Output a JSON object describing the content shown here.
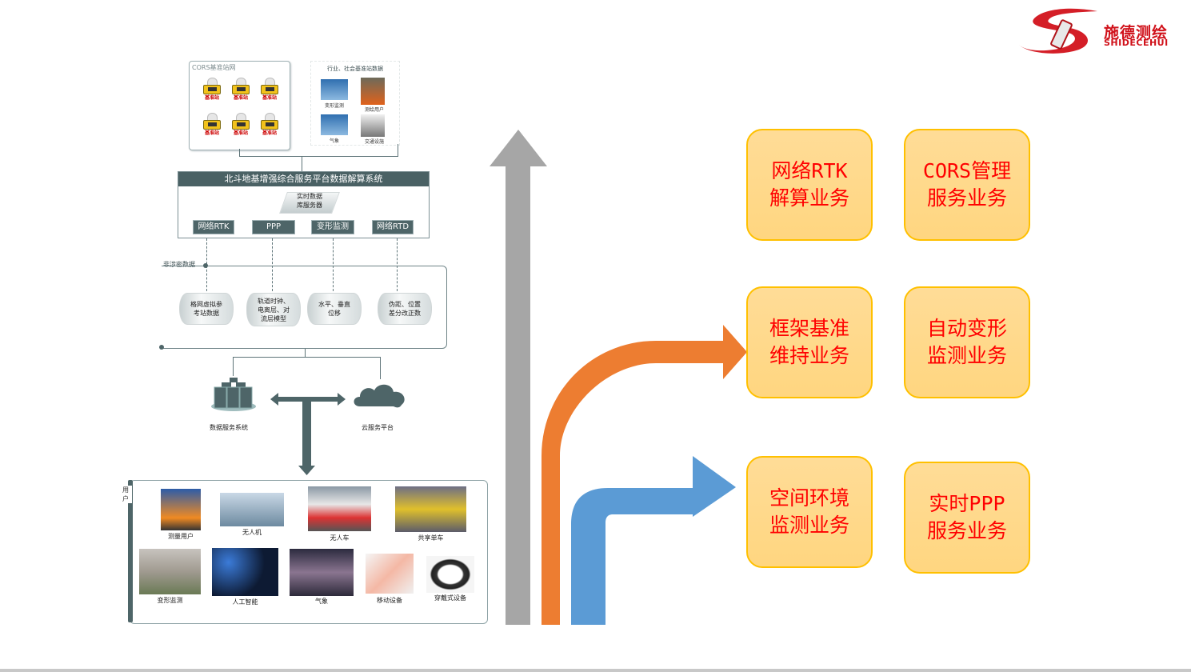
{
  "logo": {
    "cn": "施德测绘",
    "en": "SHIDECEHUI"
  },
  "diagram": {
    "cors_panel": {
      "title": "CORS基准站网",
      "station_label": "基准站",
      "station_count": 6
    },
    "industry_panel": {
      "title": "行业、社会基准站数据",
      "items": [
        "变形监测",
        "测绘用户",
        "气象",
        "交通设施"
      ]
    },
    "platform": {
      "title": "北斗地基增强综合服务平台数据解算系统",
      "db_server": [
        "实时数据",
        "库服务器"
      ],
      "services": [
        "网络RTK",
        "PPP",
        "变形监测",
        "网络RTD"
      ]
    },
    "nonrealtime_label": "非涉密数据",
    "products": [
      [
        "格网虚拟参",
        "考站数据"
      ],
      [
        "轨道时钟、",
        "电离层、对",
        "流层模型"
      ],
      [
        "水平、垂直",
        "位移"
      ],
      [
        "伪距、位置",
        "差分改正数"
      ]
    ],
    "data_service": "数据服务系统",
    "cloud_service": "云服务平台",
    "users_label": "用户",
    "users": [
      "测量用户",
      "无人机",
      "无人车",
      "共享单车",
      "变形监测",
      "人工智能",
      "气象",
      "移动设备",
      "穿戴式设备"
    ]
  },
  "arrows": {
    "colors": {
      "gray": "#a6a6a6",
      "orange": "#ed7d31",
      "blue": "#5b9bd5"
    }
  },
  "business": [
    {
      "line1": "网络RTK",
      "line2": "解算业务"
    },
    {
      "line1": "CORS管理",
      "line2": "服务业务"
    },
    {
      "line1": "框架基准",
      "line2": "维持业务"
    },
    {
      "line1": "自动变形",
      "line2": "监测业务"
    },
    {
      "line1": "空间环境",
      "line2": "监测业务"
    },
    {
      "line1": "实时PPP",
      "line2": "服务业务"
    }
  ],
  "colors": {
    "box_border": "#ffc000",
    "box_fill": "#ffd98e",
    "box_text": "#ff0000",
    "diagram_dark": "#4e6568"
  }
}
